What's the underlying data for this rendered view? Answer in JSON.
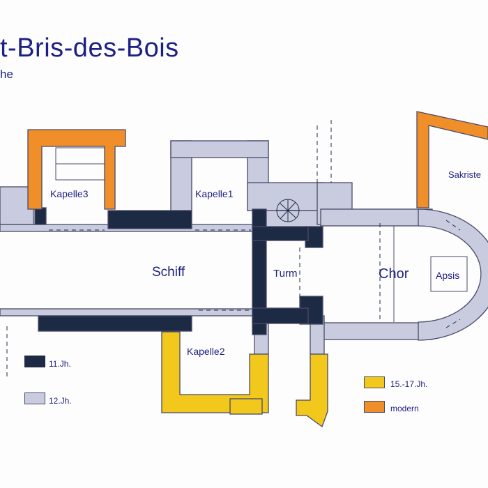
{
  "header": {
    "title": "t-Bris-des-Bois",
    "subtitle": "he"
  },
  "rooms": {
    "kapelle3": "Kapelle3",
    "kapelle1": "Kapelle1",
    "kapelle2": "Kapelle2",
    "schiff": "Schiff",
    "turm": "Turm",
    "chor": "Chor",
    "apsis": "Apsis",
    "sakristei": "Sakriste"
  },
  "legend": {
    "jh11": "11.Jh.",
    "jh12": "12.Jh.",
    "jh15_17": "15.-17.Jh.",
    "modern": "modern"
  },
  "colors": {
    "c11": "#1d2a44",
    "c12": "#c9ccdf",
    "c15_17": "#f2c81c",
    "modern": "#f08f2a",
    "text": "#1d1f86"
  }
}
